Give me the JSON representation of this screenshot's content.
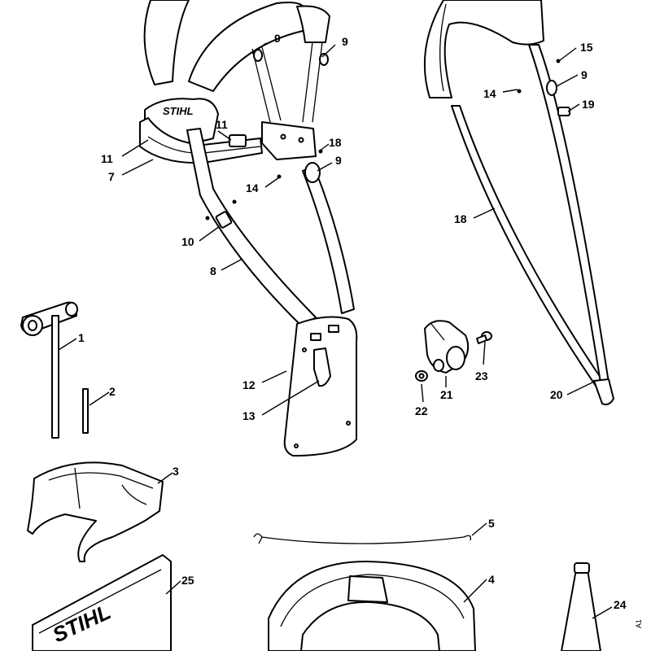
{
  "brand": {
    "logo_text": "STIHL"
  },
  "corner_code": "A1",
  "callouts": {
    "c1": "1",
    "c2": "2",
    "c3": "3",
    "c4": "4",
    "c5": "5",
    "c7": "7",
    "c8": "8",
    "c9a": "9",
    "c9b": "9",
    "c9c": "9",
    "c9d": "9",
    "c10": "10",
    "c11a": "11",
    "c11b": "11",
    "c12": "12",
    "c13": "13",
    "c14a": "14",
    "c14b": "14",
    "c15": "15",
    "c18a": "18",
    "c18b": "18",
    "c19": "19",
    "c20": "20",
    "c21": "21",
    "c22": "22",
    "c23": "23",
    "c24": "24",
    "c25": "25"
  }
}
